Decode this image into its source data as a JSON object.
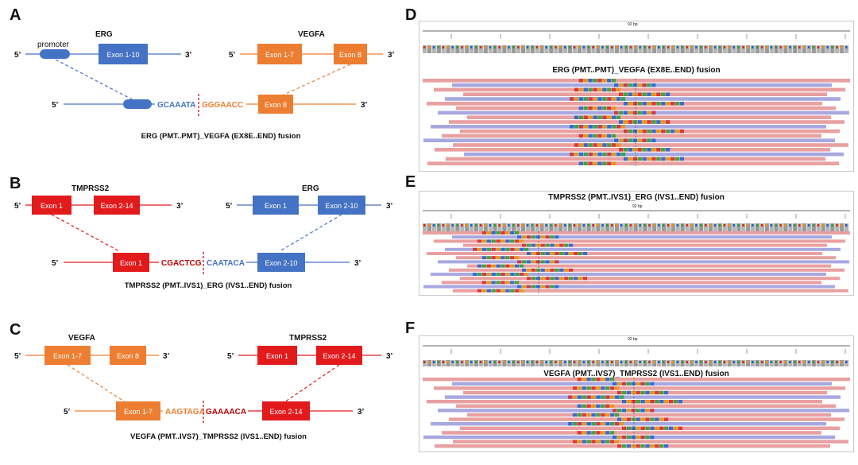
{
  "panels": {
    "A": {
      "letter": "A",
      "gene1": "ERG",
      "gene2": "VEGFA",
      "promoter": "promoter",
      "exon_1_10": "Exon 1-10",
      "exon_1_7": "Exon 1-7",
      "exon_8": "Exon 8",
      "fused_exon": "Exon 8",
      "seq_left": "GCAAATA",
      "seq_right": "GGGAACC",
      "caption": "ERG (PMT..PMT)_VEGFA (EX8E..END) fusion",
      "p5": "5’",
      "p3": "3’"
    },
    "B": {
      "letter": "B",
      "gene1": "TMPRSS2",
      "gene2": "ERG",
      "g1_exon_a": "Exon 1",
      "g1_exon_b": "Exon 2-14",
      "g2_exon_a": "Exon 1",
      "g2_exon_b": "Exon 2-10",
      "fused_left": "Exon 1",
      "fused_right": "Exon 2-10",
      "seq_left": "CGACTCG",
      "seq_right": "CAATACA",
      "caption": "TMPRSS2 (PMT..IVS1)_ERG (IVS1..END) fusion",
      "p5": "5’",
      "p3": "3’"
    },
    "C": {
      "letter": "C",
      "gene1": "VEGFA",
      "gene2": "TMPRSS2",
      "g1_exon_a": "Exon 1-7",
      "g1_exon_b": "Exon 8",
      "g2_exon_a": "Exon 1",
      "g2_exon_b": "Exon 2-14",
      "fused_left": "Exon 1-7",
      "fused_right": "Exon 2-14",
      "seq_left": "AAGTAGA",
      "seq_right": "GAAAACA",
      "caption": "VEGFA (PMT..IVS7)_TMPRSS2 (IVS1..END) fusion",
      "p5": "5’",
      "p3": "3’"
    },
    "D": {
      "letter": "D",
      "span": "92 bp",
      "title": "ERG (PMT..PMT)_VEGFA (EX8E..END) fusion"
    },
    "E": {
      "letter": "E",
      "span": "92 bp",
      "title": "TMPRSS2 (PMT..IVS1)_ERG (IVS1..END) fusion"
    },
    "F": {
      "letter": "F",
      "span": "92 bp",
      "title": "VEGFA (PMT..IVS7)_TMPRSS2 (IVS1..END) fusion"
    }
  },
  "colors": {
    "erg": "#4472c4",
    "vegfa": "#ed7d31",
    "tmprss2": "#e31a1c",
    "junction": "#c00000",
    "read_fwd": "#e8a0a0",
    "read_rev": "#a8a8e0",
    "base_a": "#2ca02c",
    "base_c": "#1f5fd6",
    "base_g": "#e69500",
    "base_t": "#d62728"
  }
}
